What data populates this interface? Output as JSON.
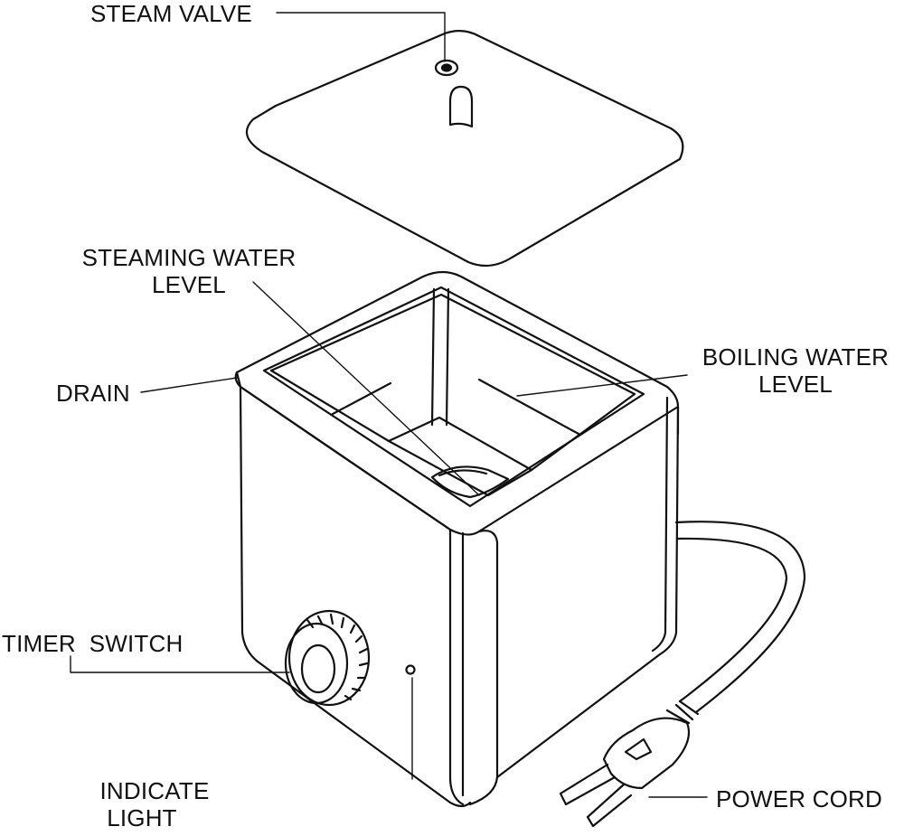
{
  "labels": {
    "steam_valve": "STEAM VALVE",
    "steaming_water_level_1": "STEAMING WATER",
    "steaming_water_level_2": "LEVEL",
    "boiling_water_level_1": "BOILING WATER",
    "boiling_water_level_2": "LEVEL",
    "drain": "DRAIN",
    "timer_switch": "TIMER  SWITCH",
    "indicate_light_1": "INDICATE",
    "indicate_light_2": "LIGHT",
    "power_cord": "POWER CORD"
  },
  "colors": {
    "line": "#111111",
    "background": "#ffffff"
  }
}
